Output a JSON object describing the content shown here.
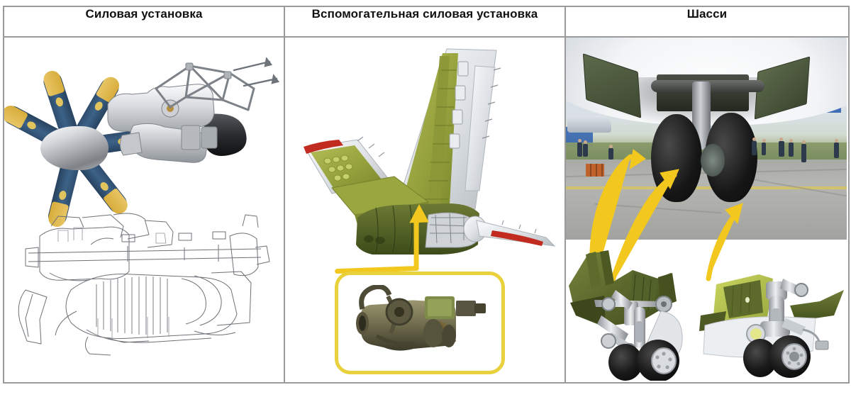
{
  "document": {
    "kind": "three-column comparison table",
    "language": "ru"
  },
  "table": {
    "columns": [
      {
        "id": "powerplant",
        "header": "Силовая установка",
        "figures": [
          {
            "name": "propeller-and-turboprop-engine",
            "caption": ""
          },
          {
            "name": "engine-cutaway-line-drawing",
            "caption": ""
          }
        ]
      },
      {
        "id": "apu",
        "header": "Вспомогательная силовая установка",
        "figures": [
          {
            "name": "tail-fin-cutaway",
            "caption": ""
          },
          {
            "name": "apu-unit-photo",
            "caption": ""
          }
        ]
      },
      {
        "id": "landing-gear",
        "header": "Шасси",
        "figures": [
          {
            "name": "main-landing-gear-photo",
            "caption": ""
          },
          {
            "name": "main-gear-cad-render",
            "caption": ""
          },
          {
            "name": "nose-gear-cad-render",
            "caption": ""
          }
        ]
      }
    ]
  },
  "colors": {
    "border": "#9a9a9a",
    "header_text": "#111111",
    "page_background": "#ffffff",
    "arrow_yellow": "#f2c81e",
    "apu_box_outline": "#e8d13c",
    "propeller_blade_blue": "#2f4d6e",
    "propeller_tip_yellow": "#e2c45e",
    "structure_green": "#8e9a39",
    "structure_dark_green": "#45511f",
    "accent_red": "#c22b20"
  },
  "annotations": {
    "arrows": [
      {
        "name": "arrow-apu-to-tail",
        "from": "apu-unit-photo",
        "to": "tail-fin-cutaway"
      },
      {
        "name": "arrow-main-gear-to-photo",
        "from": "main-gear-cad-render",
        "to": "main-landing-gear-photo"
      },
      {
        "name": "arrow-nose-gear-to-photo",
        "from": "nose-gear-cad-render",
        "to": "main-landing-gear-photo"
      }
    ]
  }
}
